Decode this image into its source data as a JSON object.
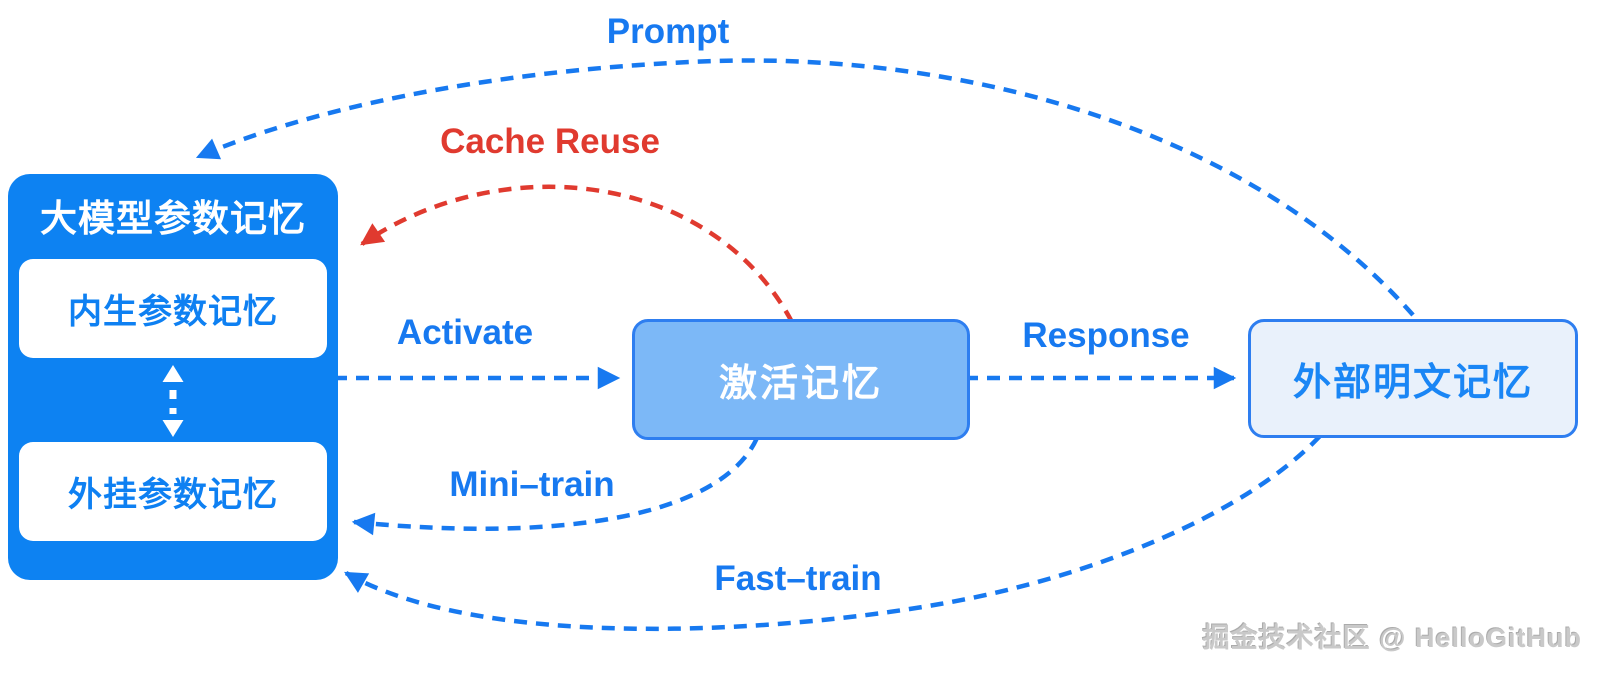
{
  "boxes": {
    "left": {
      "title": "大模型参数记忆",
      "items": [
        "内生参数记忆",
        "外挂参数记忆"
      ]
    },
    "center": {
      "label": "激活记忆"
    },
    "right": {
      "label": "外部明文记忆"
    }
  },
  "edges": {
    "prompt": {
      "label": "Prompt",
      "color": "#1779f0"
    },
    "cache_reuse": {
      "label": "Cache Reuse",
      "color": "#e03a2f"
    },
    "activate": {
      "label": "Activate",
      "color": "#1779f0"
    },
    "response": {
      "label": "Response",
      "color": "#1779f0"
    },
    "mini_train": {
      "label": "Mini–train",
      "color": "#1779f0"
    },
    "fast_train": {
      "label": "Fast–train",
      "color": "#1779f0"
    }
  },
  "watermark": "掘金技术社区 @ HelloGitHub",
  "colors": {
    "primary_blue": "#0d82f2",
    "edge_blue": "#1779f0",
    "edge_red": "#e03a2f",
    "center_fill": "#7cb8f7",
    "right_fill": "#e9f1fb",
    "box_border": "#2e7ef0",
    "inner_text_blue": "#0e80f2"
  }
}
